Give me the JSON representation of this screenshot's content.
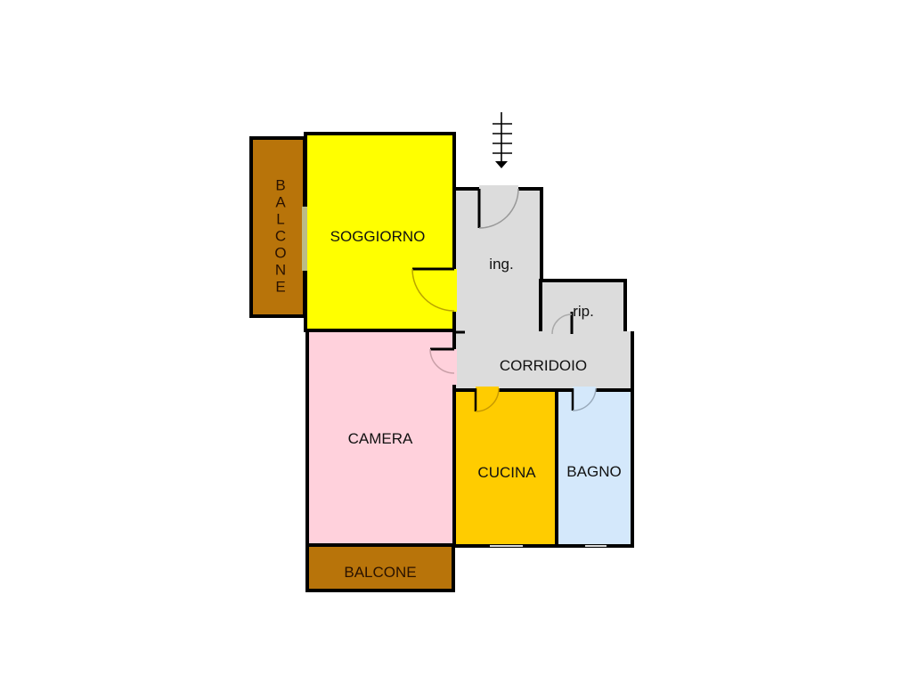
{
  "plan": {
    "rooms": [
      {
        "id": "balcone-ovest",
        "label": "BALCONE",
        "orientation": "vertical",
        "color": "#b8740a"
      },
      {
        "id": "soggiorno",
        "label": "SOGGIORNO",
        "color": "#ffff00"
      },
      {
        "id": "ingresso",
        "label": "ing.",
        "color": "#dcdcdc"
      },
      {
        "id": "ripostiglio",
        "label": "rip.",
        "color": "#dcdcdc"
      },
      {
        "id": "corridoio",
        "label": "CORRIDOIO",
        "color": "#dcdcdc"
      },
      {
        "id": "camera",
        "label": "CAMERA",
        "color": "#ffd1dc"
      },
      {
        "id": "cucina",
        "label": "CUCINA",
        "color": "#ffcc00"
      },
      {
        "id": "bagno",
        "label": "BAGNO",
        "color": "#d4e8fb"
      },
      {
        "id": "balcone-sud",
        "label": "BALCONE",
        "color": "#b8740a"
      }
    ],
    "entrance_symbol": "stair-arrow-down-icon"
  }
}
